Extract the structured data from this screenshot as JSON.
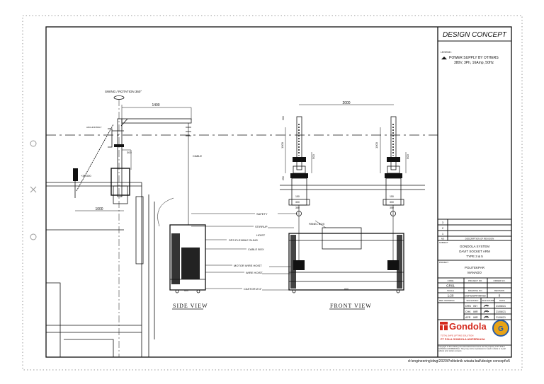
{
  "title": "DESIGN CONCEPT",
  "legend": {
    "heading": "LEGEND :",
    "line1": "POWER SUPPLY BY OTHERS",
    "line2": "380V, 3Ph, 16Amp, 50Hz"
  },
  "side_view": {
    "label": "SIDE VIEW",
    "swing": "SWING / ROTATION 360°",
    "dim_arm": "1400",
    "dim_socket": "300",
    "dim_base": "1000",
    "elevation": "+36.000",
    "cable": "CABLE",
    "anchor": "ANCHOR BOLT"
  },
  "front_view": {
    "label": "FRONT VIEW",
    "dim_span": "2000",
    "dim_height": "1000",
    "dim_socket": "500",
    "dim_top": "300",
    "dim_base": "250",
    "dim_w1": "350",
    "dim_w2": "300",
    "dim_w3": "150",
    "panel_box": "PANEL BOX",
    "dim_bottom": "600"
  },
  "callouts": [
    "SAFETY",
    "STIRRUP",
    "HOIST",
    "SPS FLEXIBLE SLING",
    "CABLE BOX",
    "MOTOR WIRE HOIST",
    "WIRE HOIST",
    "CASTOR Ø 4\""
  ],
  "title_block": {
    "revisions": [
      "3",
      "2",
      "1"
    ],
    "rev_no_label": "NO",
    "rev_desc_label": "DESCRIPTION OF REVISION",
    "subject_label": "SUBJECT",
    "subject": [
      "GONDOLA SYSTEM",
      "DAVIT SOCKET ARM",
      "TYPE 3 & 5"
    ],
    "project_label": "PROJECT",
    "project": [
      "POLITEKPAR",
      "MANADO"
    ],
    "code_label": "CODE",
    "code": "GR01",
    "project_no_label": "PROJECT NO.",
    "project_no": "",
    "order_no_label": "ORDER NO.",
    "order_no": "",
    "scale_label": "SCALE",
    "scale": "1:20",
    "drawing_no_label": "DRAWING NO.",
    "drawing_no": "DCPGA/PP/AR/02",
    "revision_label": "REVISION",
    "revision": "0",
    "ref_label": "REF. DRAWING",
    "sign_headers": [
      "SIGNATORY",
      "SIGNATURE",
      "DATE"
    ],
    "signatories": [
      {
        "role": "DRN",
        "name": "ISH",
        "date": "21/06/21"
      },
      {
        "role": "CHK",
        "name": "IMR",
        "date": "21/06/21"
      },
      {
        "role": "APR",
        "name": "IMR",
        "date": "21/06/21"
      }
    ],
    "logo": "Gondola",
    "tagline": "TOTAL SAFE LIFTING SOLUTION",
    "company": "PT POLA GONDOLA ADIPERKASA",
    "copyright": "Copyright of this drawing and associated documents are the property of PT POLA GONDOLA ADIPERKASA. They may not be reproduced or used in whole or in part without prior written consent.",
    "brand_color": "#d42a1e",
    "badge_color": "#e8a317"
  },
  "file_path": "d:\\engineering\\dwg\\2020\\Politeknik wisata bali\\design concept\\v5"
}
